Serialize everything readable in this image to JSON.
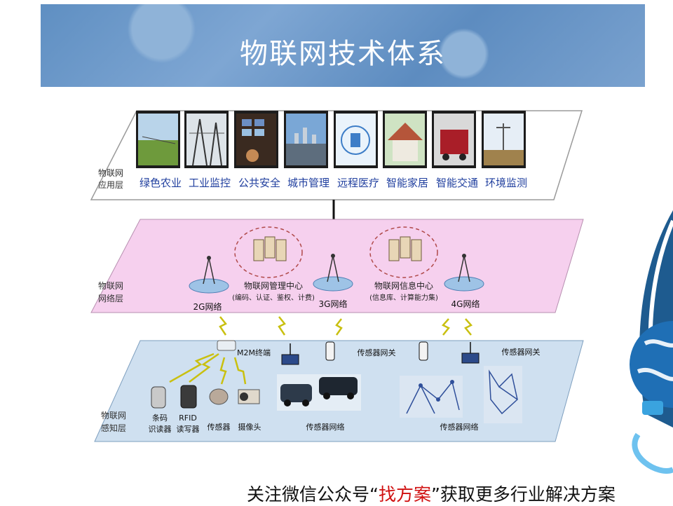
{
  "title": "物联网技术体系",
  "application_layer": {
    "label_line1": "物联网",
    "label_line2": "应用层",
    "items": [
      "绿色农业",
      "工业监控",
      "公共安全",
      "城市管理",
      "远程医疗",
      "智能家居",
      "智能交通",
      "环境监测"
    ]
  },
  "network_layer": {
    "label_line1": "物联网",
    "label_line2": "网络层",
    "mgmt_center": "物联网管理中心",
    "mgmt_center_sub": "(编码、认证、鉴权、计费)",
    "info_center": "物联网信息中心",
    "info_center_sub": "(信息库、计算能力集)",
    "net_2g": "2G网络",
    "net_3g": "3G网络",
    "net_4g": "4G网络"
  },
  "perception_layer": {
    "label_line1": "物联网",
    "label_line2": "感知层",
    "m2m": "M2M终端",
    "gateway_1": "传感器网关",
    "gateway_2": "传感器网关",
    "barcode_line1": "条码",
    "barcode_line2": "识读器",
    "rfid_line1": "RFID",
    "rfid_line2": "读写器",
    "sensor": "传感器",
    "camera": "摄像头",
    "sensor_net_1": "传感器网络",
    "sensor_net_2": "传感器网络"
  },
  "footer": {
    "prefix": "关注微信公众号“",
    "highlight": "找方案",
    "suffix": "”获取更多行业解决方案"
  }
}
